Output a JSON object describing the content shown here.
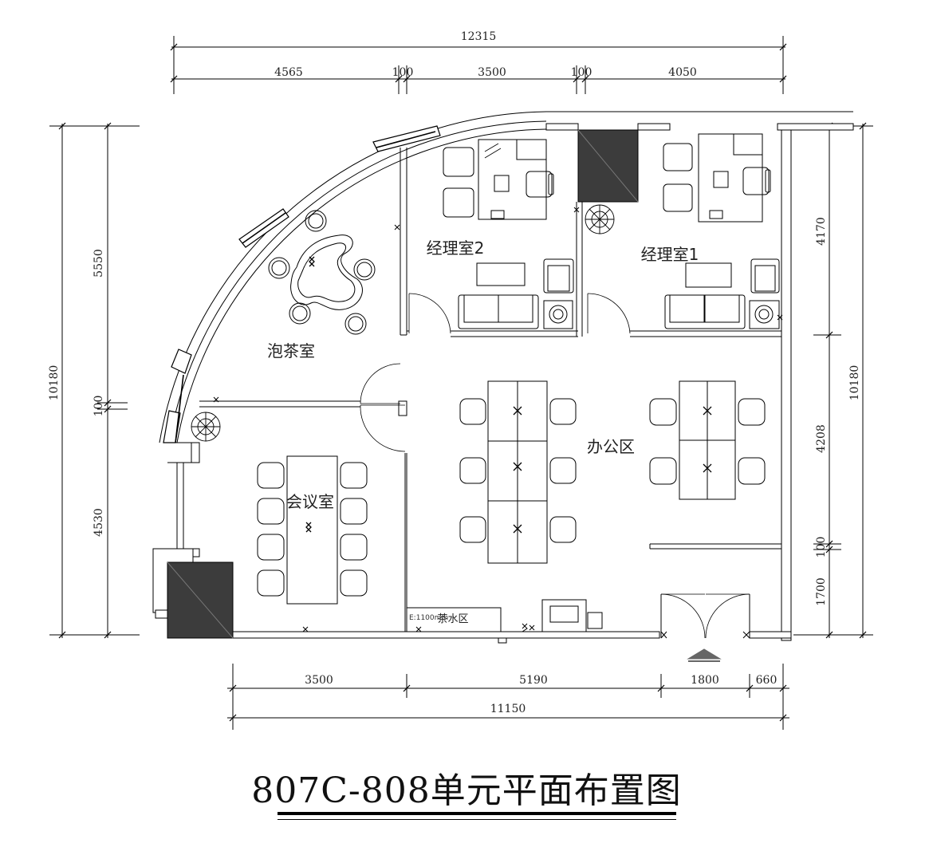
{
  "plan_title": "807C-808单元平面布置图",
  "rooms": {
    "tea_room": "泡茶室",
    "manager2": "经理室2",
    "manager1": "经理室1",
    "office": "办公区",
    "meeting": "会议室",
    "pantry": "茶水区"
  },
  "dimensions": {
    "top_total": "12315",
    "top_segments": [
      "4565",
      "100",
      "3500",
      "100",
      "4050"
    ],
    "bottom_segments": [
      "3500",
      "5190",
      "1800",
      "660"
    ],
    "bottom_total": "11150",
    "left_total": "10180",
    "left_segments": [
      "5550",
      "100",
      "4530"
    ],
    "right_total": "10180",
    "right_segments": [
      "4170",
      "4208",
      "100",
      "1700"
    ]
  },
  "small_labels": {
    "pantry_tag": "E:1100mm"
  }
}
